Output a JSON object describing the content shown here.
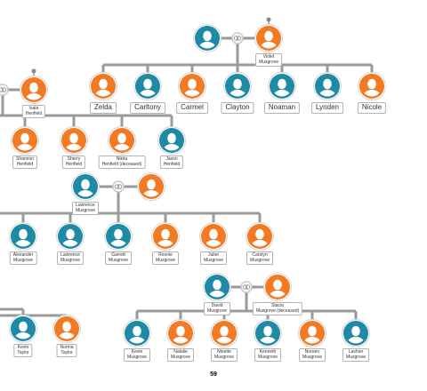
{
  "colors": {
    "male": "#1e8aa6",
    "female": "#f27a22",
    "line": "#9a9a9a",
    "ring": "#c8c8c8"
  },
  "icons": {
    "person": "person-icon",
    "marriage": "marriage-rings-icon",
    "anchor": "anchor-dot-icon"
  },
  "people": [
    {
      "id": "carlton_sr",
      "name": "",
      "gender": "male"
    },
    {
      "id": "violet",
      "name": "Violet\nMusgrove",
      "gender": "female"
    },
    {
      "id": "zelda",
      "name": "Zelda",
      "gender": "female"
    },
    {
      "id": "carltony",
      "name": "Carltony",
      "gender": "male"
    },
    {
      "id": "carmel",
      "name": "Carmel",
      "gender": "female"
    },
    {
      "id": "clayton",
      "name": "Clayton",
      "gender": "male"
    },
    {
      "id": "noaman",
      "name": "Noaman",
      "gender": "male"
    },
    {
      "id": "lynden",
      "name": "Lynden",
      "gender": "male"
    },
    {
      "id": "nicole",
      "name": "Nicole",
      "gender": "female"
    },
    {
      "id": "isala",
      "name": "Isala\nHenfield",
      "gender": "female"
    },
    {
      "id": "shannon",
      "name": "Shannon\nHenfield",
      "gender": "female"
    },
    {
      "id": "sherry",
      "name": "Sherry\nHenfield",
      "gender": "female"
    },
    {
      "id": "nikita",
      "name": "Nikita\nHenfield (deceased)",
      "gender": "female"
    },
    {
      "id": "jason",
      "name": "Jason\nHenfield",
      "gender": "male"
    },
    {
      "id": "lawrence",
      "name": "Lawrence\nMusgrove",
      "gender": "male"
    },
    {
      "id": "lawrence_sp",
      "name": "",
      "gender": "female"
    },
    {
      "id": "alexander",
      "name": "Alexander\nMusgrove",
      "gender": "male"
    },
    {
      "id": "lawrence_jr",
      "name": "Lawrence\nMusgrove",
      "gender": "male"
    },
    {
      "id": "garrett",
      "name": "Garrett\nMusgrove",
      "gender": "male"
    },
    {
      "id": "ronnie",
      "name": "Ronnie\nMusgrove",
      "gender": "female"
    },
    {
      "id": "juliet",
      "name": "Juliet\nMusgrove",
      "gender": "female"
    },
    {
      "id": "carolyn",
      "name": "Carolyn\nMusgrove",
      "gender": "female"
    },
    {
      "id": "david",
      "name": "David\nMusgrove",
      "gender": "male"
    },
    {
      "id": "stacia",
      "name": "Stacia\nMusgrove (deceased)",
      "gender": "female"
    },
    {
      "id": "kevin_t",
      "name": "Kevin\nTaylor",
      "gender": "male"
    },
    {
      "id": "norma",
      "name": "Norma\nTaylor",
      "gender": "female"
    },
    {
      "id": "kevin_m",
      "name": "Kevin\nMusgrove",
      "gender": "male"
    },
    {
      "id": "natalie",
      "name": "Natalie\nMusgrove",
      "gender": "female"
    },
    {
      "id": "ninette",
      "name": "Ninette\nMusgrove",
      "gender": "female"
    },
    {
      "id": "kenneth",
      "name": "Kenneth\nMusgrove",
      "gender": "male"
    },
    {
      "id": "noreen",
      "name": "Noreen\nMusgrove",
      "gender": "female"
    },
    {
      "id": "lashon",
      "name": "Lashon\nMusgrove",
      "gender": "male"
    }
  ],
  "page_number": "59"
}
